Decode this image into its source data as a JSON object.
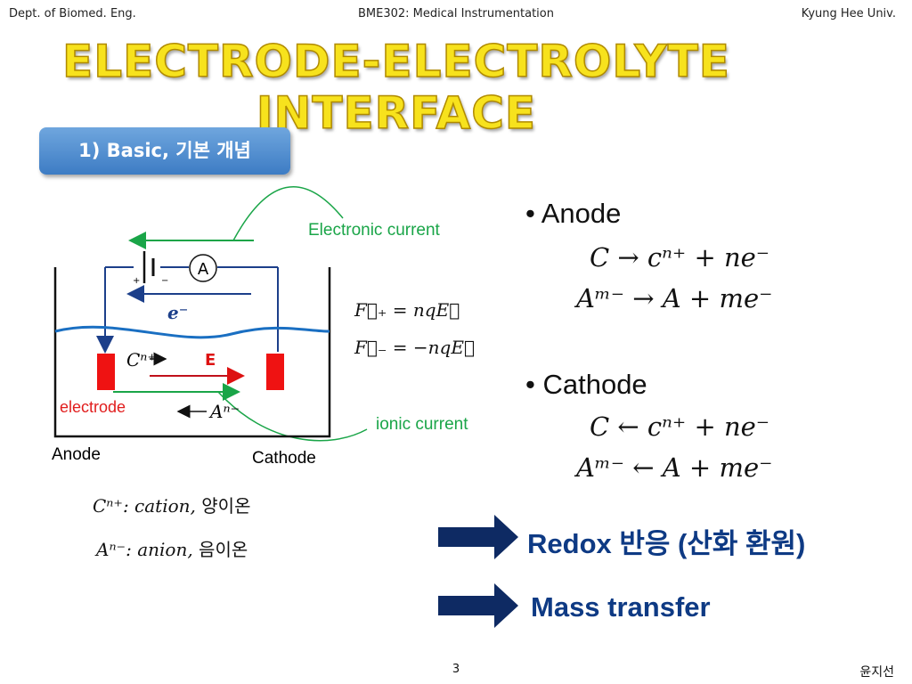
{
  "header": {
    "left": "Dept. of Biomed. Eng.",
    "center": "BME302: Medical Instrumentation",
    "right": "Kyung Hee Univ."
  },
  "title": "ELECTRODE-ELECTROLYTE INTERFACE",
  "section": "1) Basic, 기본 개념",
  "diagram": {
    "electronic_current": "Electronic current",
    "ionic_current": "ionic current",
    "ammeter": "A",
    "plus": "+",
    "minus": "−",
    "electron": "e⁻",
    "cation": "Cⁿ⁺",
    "field": "E",
    "anion": "Aⁿ⁻",
    "electrode": "electrode",
    "anode": "Anode",
    "cathode": "Cathode"
  },
  "forces": {
    "f_plus": "F⃗₊ = nqE⃗",
    "f_minus": "F⃗₋ = −nqE⃗"
  },
  "legend": {
    "cation_symbol": "Cⁿ⁺: cation,",
    "cation_ko": "양이온",
    "anion_symbol": "Aⁿ⁻: anion,",
    "anion_ko": "음이온"
  },
  "bullets": {
    "anode_label": "• Anode",
    "anode_eq1": "C → cⁿ⁺ + ne⁻",
    "anode_eq2": "Aᵐ⁻ → A + me⁻",
    "cathode_label": "• Cathode",
    "cathode_eq1": "C ← cⁿ⁺ + ne⁻",
    "cathode_eq2": "Aᵐ⁻ ← A + me⁻"
  },
  "highlights": {
    "redox": "Redox 반응 (산화 환원)",
    "mass": "Mass transfer"
  },
  "footer": {
    "page": "3",
    "author": "윤지선"
  },
  "colors": {
    "title_yellow": "#f7e21d",
    "badge_blue": "#4a87cc",
    "navy": "#0e3a84",
    "green": "#1aa548",
    "red": "#e11d1d"
  }
}
